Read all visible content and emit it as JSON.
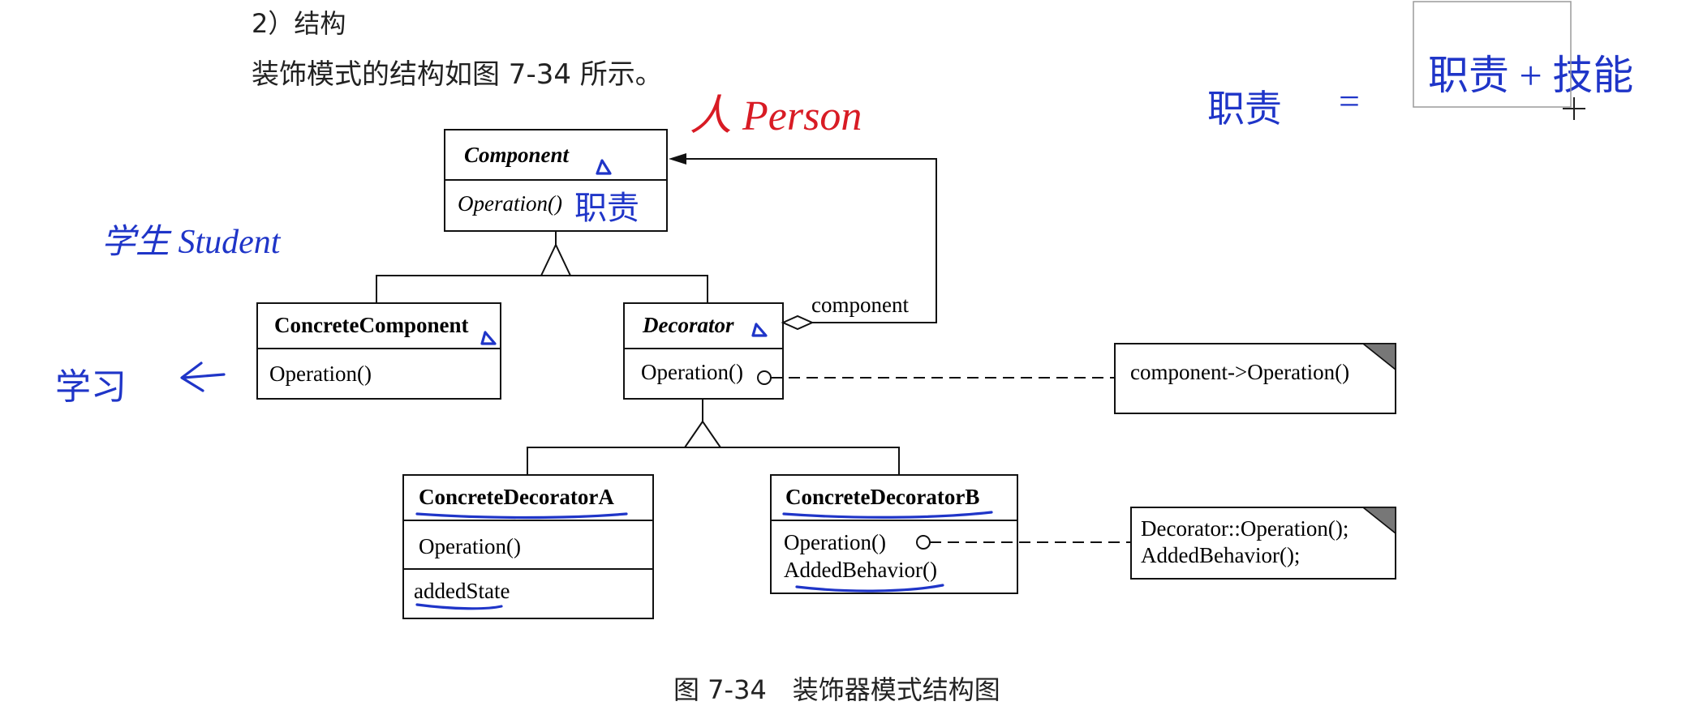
{
  "heading": "2）结构",
  "intro": "装饰模式的结构如图 7-34 所示。",
  "caption": "图 7-34　装饰器模式结构图",
  "classes": {
    "component": {
      "name": "Component",
      "operation": "Operation()"
    },
    "concrete_component": {
      "name": "ConcreteComponent",
      "operation": "Operation()"
    },
    "decorator": {
      "name": "Decorator",
      "operation": "Operation()"
    },
    "concrete_decorator_a": {
      "name": "ConcreteDecoratorA",
      "operation": "Operation()",
      "attribute": "addedState"
    },
    "concrete_decorator_b": {
      "name": "ConcreteDecoratorB",
      "operation": "Operation()",
      "behavior": "AddedBehavior()"
    }
  },
  "association_label": "component",
  "notes": {
    "decorator_note": "component->Operation()",
    "decorator_b_note_line1": "Decorator::Operation();",
    "decorator_b_note_line2": "AddedBehavior();"
  },
  "annotations": {
    "person": "人 Person",
    "student": "学生 Student",
    "study": "学习",
    "duty": "职责",
    "formula_left": "职责",
    "formula_eq": "=",
    "formula_right": "职责 + 技能"
  },
  "colors": {
    "ink_blue": "#1f35c8",
    "ink_red": "#d81b24",
    "line": "#111111"
  }
}
